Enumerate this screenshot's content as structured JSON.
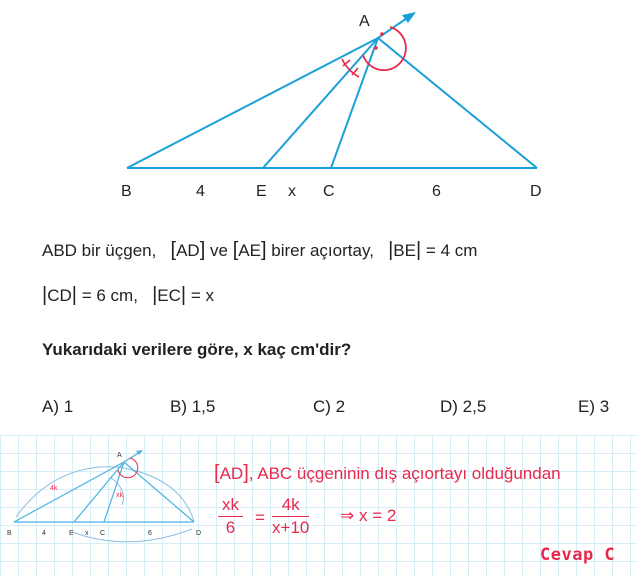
{
  "figure": {
    "points": {
      "B": "B",
      "E": "E",
      "C": "C",
      "D": "D",
      "A": "A"
    },
    "segment_BE": "4",
    "segment_EC": "x",
    "segment_CD": "6"
  },
  "problem": {
    "line1_prefix": "ABD bir üçgen,",
    "ad_label": "AD",
    "ve": "ve",
    "ae_label": "AE",
    "birer": "birer açıortay,",
    "be_label": "BE",
    "be_value": "= 4 cm",
    "cd_label": "CD",
    "cd_value": "= 6 cm,",
    "ec_label": "EC",
    "ec_value": "= x"
  },
  "question": "Yukarıdaki verilere göre,  x  kaç cm'dir?",
  "options": [
    "A) 1",
    "B) 1,5",
    "C) 2",
    "D) 2,5",
    "E) 3"
  ],
  "solution": {
    "mini": {
      "A": "A",
      "B": "B",
      "E": "E",
      "C": "C",
      "D": "D",
      "x": "x",
      "seg4": "4",
      "seg6": "6",
      "k4": "4k",
      "xk": "xk"
    },
    "line1_bracket": "AD",
    "line1_rest": ", ABC üçgeninin dış açıortayı olduğundan",
    "frac1_num": "xk",
    "frac1_den": "6",
    "eq": "=",
    "frac2_num": "4k",
    "frac2_den": "x+10",
    "result": "⇒ x = 2",
    "answer": "Cevap C"
  }
}
